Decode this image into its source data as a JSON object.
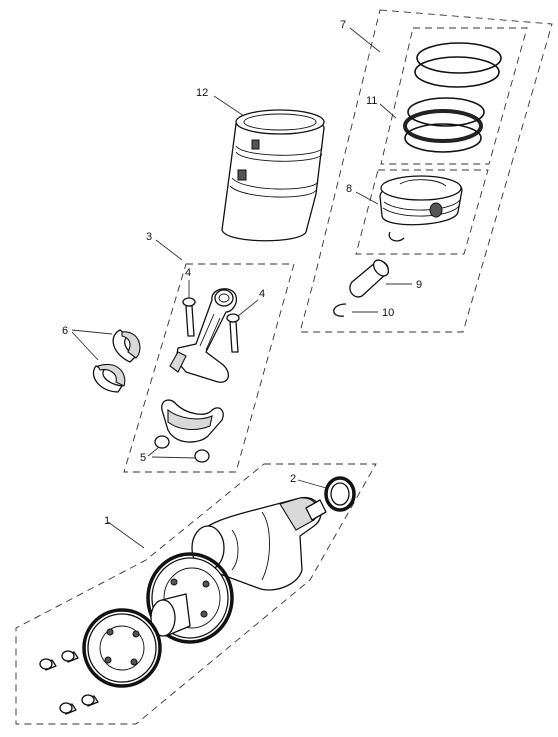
{
  "diagram": {
    "callouts": [
      {
        "id": "c1",
        "label": "1"
      },
      {
        "id": "c2",
        "label": "2"
      },
      {
        "id": "c3",
        "label": "3"
      },
      {
        "id": "c4a",
        "label": "4"
      },
      {
        "id": "c4b",
        "label": "4"
      },
      {
        "id": "c5",
        "label": "5"
      },
      {
        "id": "c6",
        "label": "6"
      },
      {
        "id": "c7",
        "label": "7"
      },
      {
        "id": "c8",
        "label": "8"
      },
      {
        "id": "c9",
        "label": "9"
      },
      {
        "id": "c10",
        "label": "10"
      },
      {
        "id": "c11",
        "label": "11"
      },
      {
        "id": "c12",
        "label": "12"
      }
    ]
  }
}
